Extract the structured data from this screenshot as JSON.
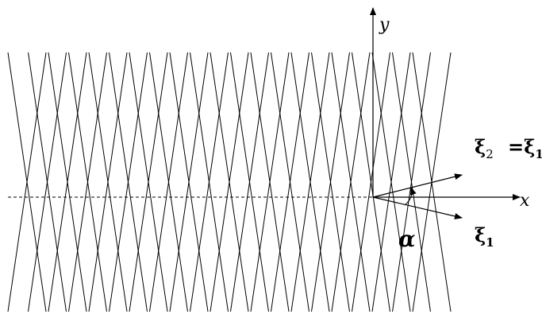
{
  "labels": {
    "y_axis": "y",
    "x_axis": "x",
    "xi2": "ξ",
    "xi2_sub": "2",
    "equals": "=",
    "xi2_rhs": "ξ",
    "xi2_rhs_sub": "1",
    "xi1": "ξ",
    "xi1_sub": "1",
    "alpha": "α"
  },
  "colors": {
    "line": "#000000",
    "background": "#ffffff"
  }
}
